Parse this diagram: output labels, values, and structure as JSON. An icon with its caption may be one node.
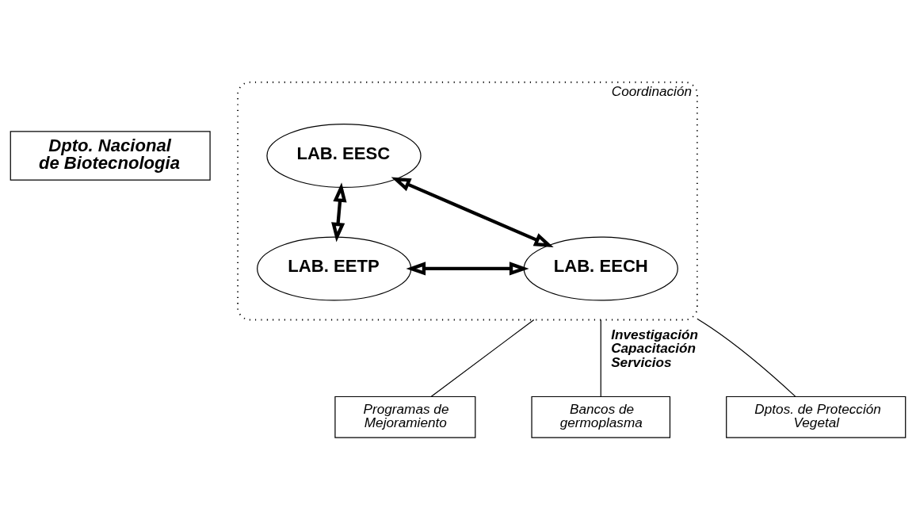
{
  "diagram": {
    "nodes": [
      {
        "text": [
          "Dpto. Nacional de Biotecnologia"
        ]
      },
      {
        "text": [
          "Coordinación"
        ]
      },
      {
        "text": [
          "LAB. EESC"
        ],
        "in": 1
      },
      {
        "text": [
          "LAB. EETP"
        ],
        "in": 1
      },
      {
        "text": [
          "LAB. EECH"
        ],
        "in": 1
      },
      {
        "text": [
          "Programas de Mejoramiento"
        ]
      },
      {
        "text": [
          "Bancos de germoplasma"
        ]
      },
      {
        "text": [
          "Dptos. de Protección Vegetal"
        ]
      }
    ],
    "edges": [
      {
        "from": 2,
        "to": 3,
        "arrow": "both",
        "style": "thick"
      },
      {
        "from": 2,
        "to": 4,
        "arrow": "both",
        "style": "thick"
      },
      {
        "from": 3,
        "to": 4,
        "arrow": "both",
        "style": "thick"
      },
      {
        "from": 1,
        "to": 5,
        "arrow": "none"
      },
      {
        "from": 1,
        "to": 6,
        "arrow": "none",
        "label": "Investigación Capacitación Servicios"
      },
      {
        "from": 1,
        "to": 7,
        "arrow": "none"
      }
    ]
  }
}
